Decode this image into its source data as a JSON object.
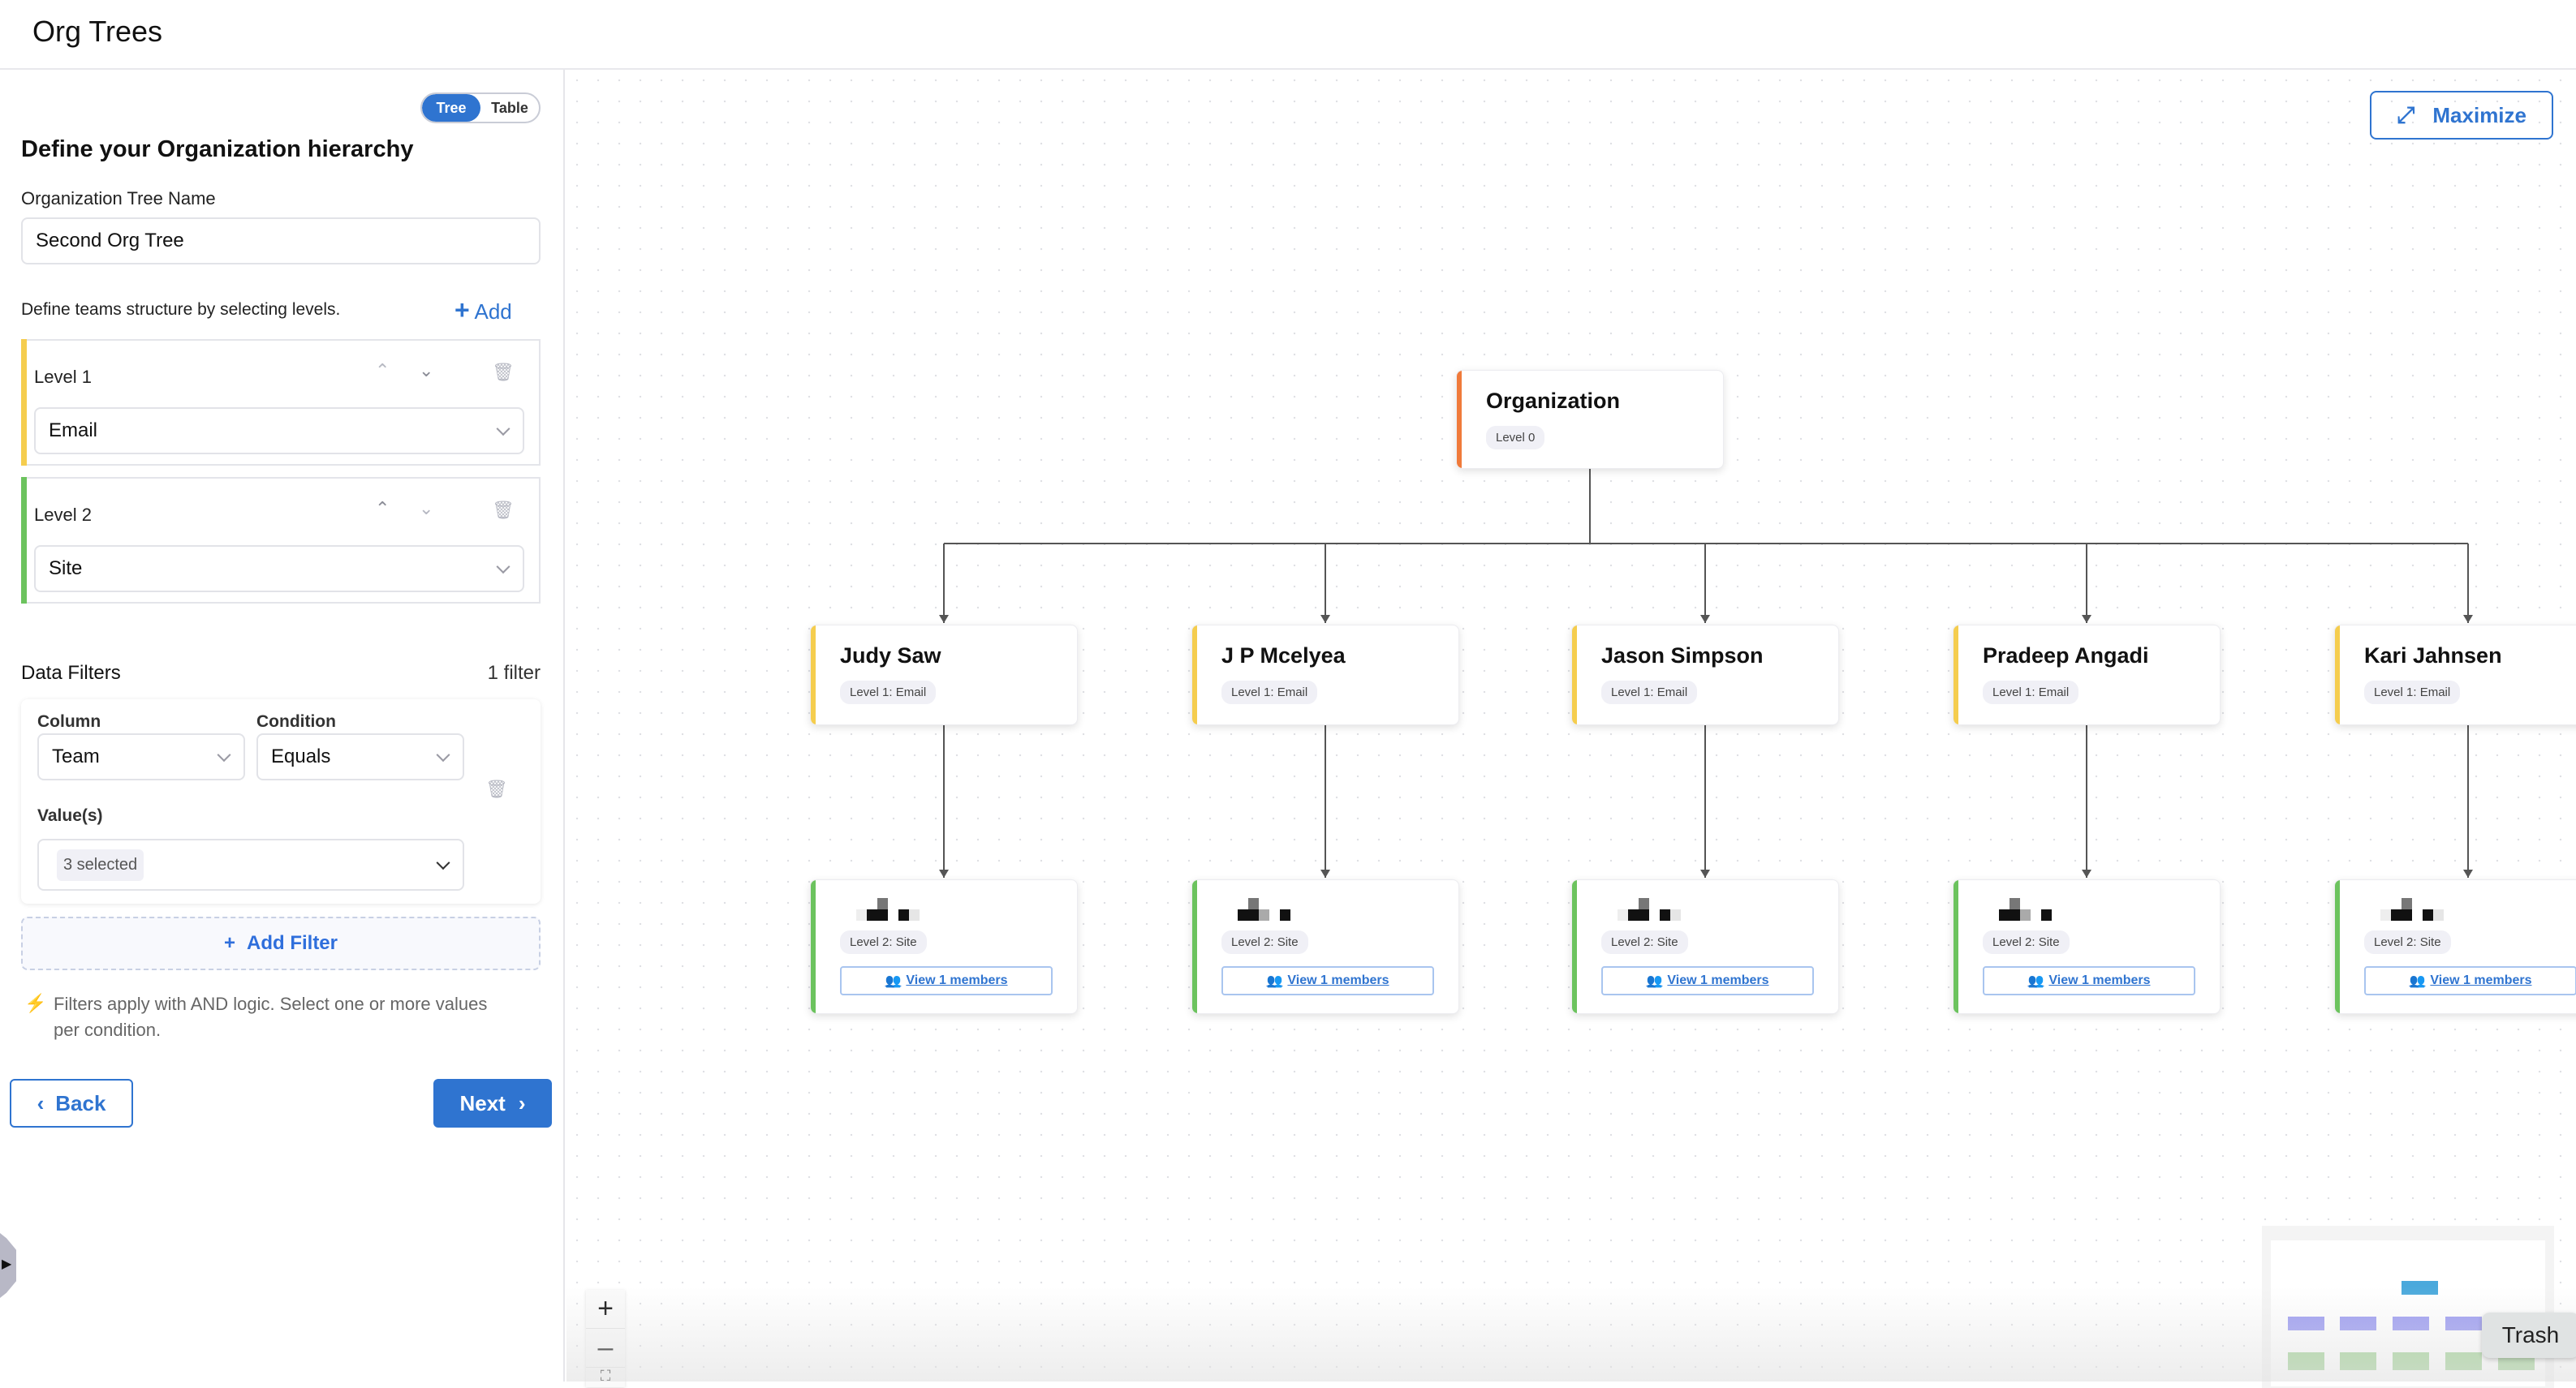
{
  "header": {
    "title": "Org Trees"
  },
  "panel": {
    "view_toggle": {
      "options": [
        "Tree",
        "Table"
      ],
      "selected": "Tree"
    },
    "heading": "Define your Organization hierarchy",
    "tree_name_label": "Organization Tree Name",
    "tree_name_value": "Second Org Tree",
    "levels_hint": "Define teams structure by selecting levels.",
    "add_label": "Add",
    "levels": [
      {
        "label": "Level 1",
        "value": "Email",
        "color": "#f5cd4e"
      },
      {
        "label": "Level 2",
        "value": "Site",
        "color": "#6cc35e"
      }
    ],
    "filters": {
      "title": "Data Filters",
      "count": "1 filter",
      "column_label": "Column",
      "column_value": "Team",
      "condition_label": "Condition",
      "condition_value": "Equals",
      "values_label": "Value(s)",
      "values_value": "3 selected",
      "add_filter": "Add Filter",
      "hint": "Filters apply with AND logic. Select one or more values per condition."
    },
    "back_label": "Back",
    "next_label": "Next"
  },
  "canvas": {
    "maximize_label": "Maximize",
    "root": {
      "name": "Organization",
      "level": "Level 0",
      "color": "#f07a3a"
    },
    "level1_color": "#f5cd4e",
    "level2_color": "#6cc35e",
    "level1": [
      {
        "name": "Judy Saw",
        "level": "Level 1: Email"
      },
      {
        "name": "J P Mcelyea",
        "level": "Level 1: Email"
      },
      {
        "name": "Jason Simpson",
        "level": "Level 1: Email"
      },
      {
        "name": "Pradeep Angadi",
        "level": "Level 1: Email"
      },
      {
        "name": "Kari Jahnsen",
        "level": "Level 1: Email"
      }
    ],
    "level2": [
      {
        "level": "Level 2: Site",
        "members": "View 1 members"
      },
      {
        "level": "Level 2: Site",
        "members": "View 1 members"
      },
      {
        "level": "Level 2: Site",
        "members": "View 1 members"
      },
      {
        "level": "Level 2: Site",
        "members": "View 1 members"
      },
      {
        "level": "Level 2: Site",
        "members": "View 1 members"
      }
    ],
    "tooltip": "Trash"
  }
}
